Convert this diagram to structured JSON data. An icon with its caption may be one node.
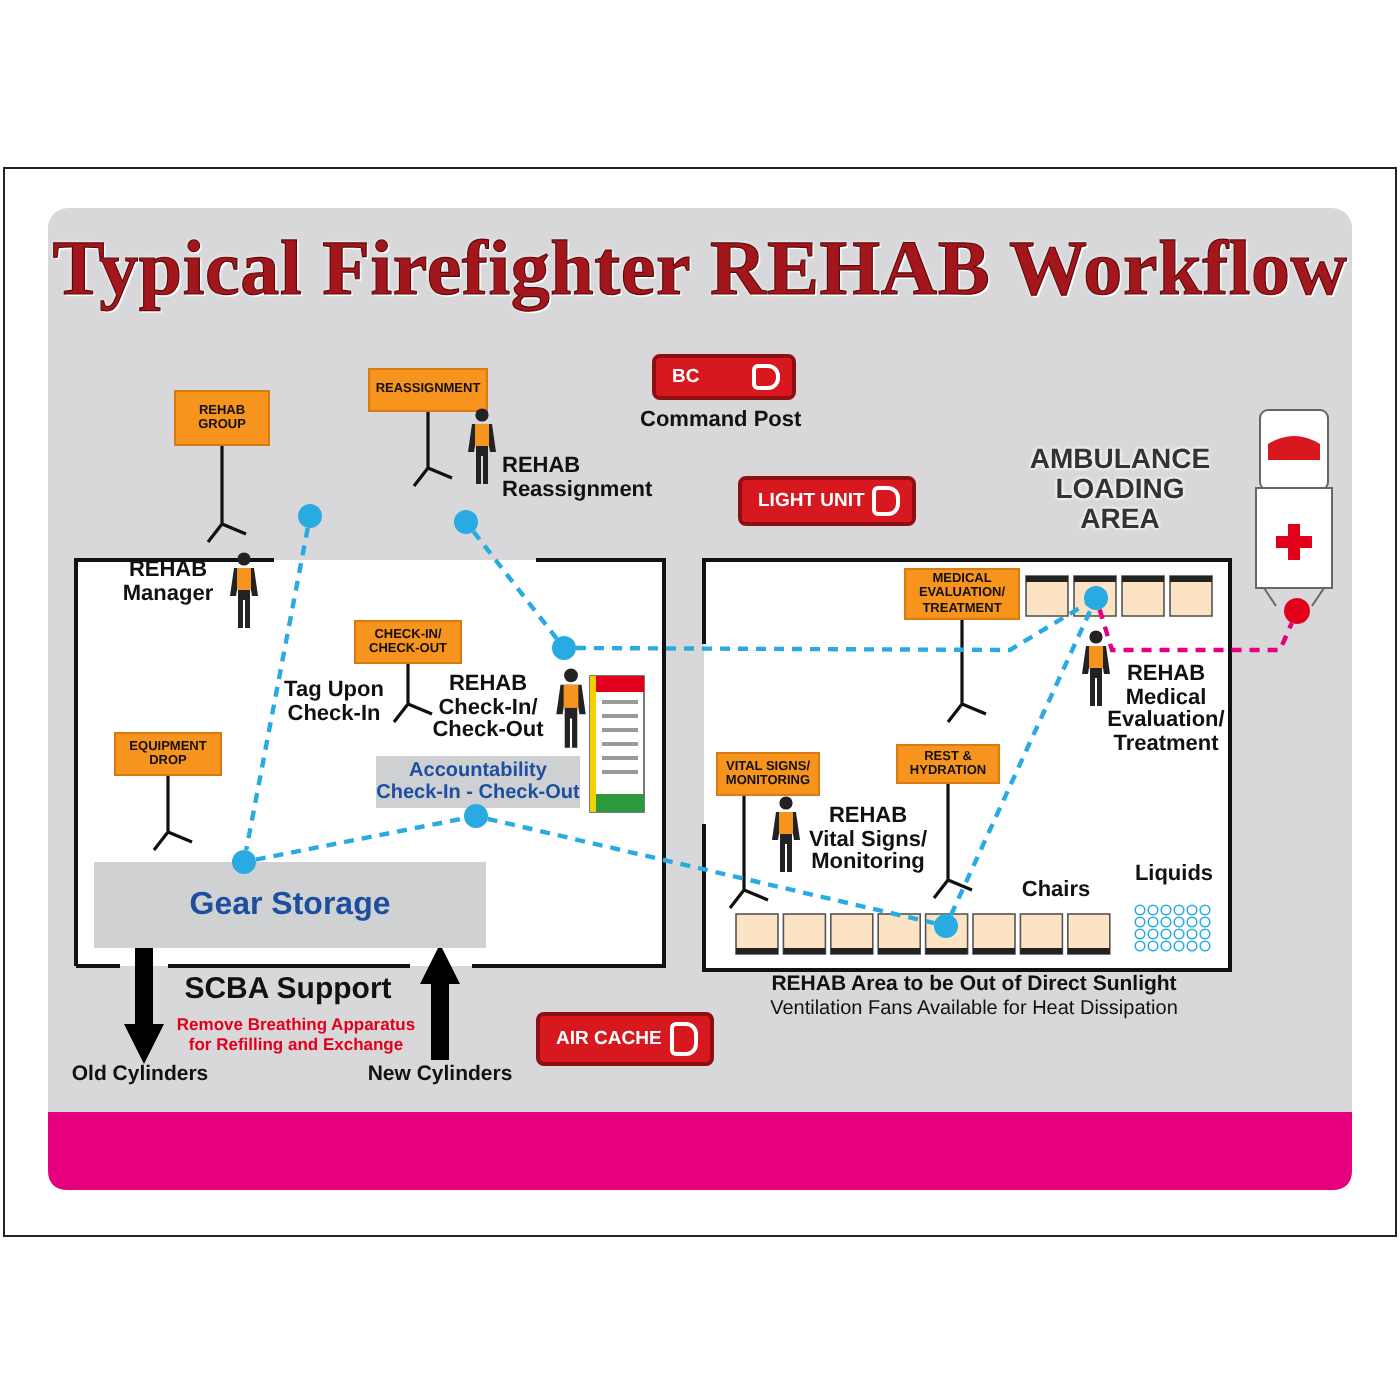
{
  "diagram": {
    "title": "Typical Firefighter REHAB Workflow",
    "nodes": [
      {
        "text": [
          "REHAB GROUP"
        ]
      },
      {
        "text": [
          "REASSIGNMENT"
        ]
      },
      {
        "text": [
          "BC"
        ],
        "beside": [
          "Command Post"
        ]
      },
      {
        "text": [
          "LIGHT UNIT"
        ]
      },
      {
        "text": [],
        "shape": "circle"
      },
      {
        "text": [],
        "shape": "circle"
      },
      {
        "text": [
          "CHECK-IN/ CHECK-OUT"
        ]
      },
      {
        "text": [],
        "shape": "circle"
      },
      {
        "text": [
          "MEDICAL EVALUATION/ TREATMENT"
        ]
      },
      {
        "text": [],
        "shape": "circle"
      },
      {
        "text": [],
        "shape": "circle"
      },
      {
        "text": [
          "EQUIPMENT DROP"
        ]
      },
      {
        "text": [
          "Accountability Check-In - Check-Out"
        ]
      },
      {
        "text": [],
        "shape": "circle"
      },
      {
        "text": [
          "VITAL SIGNS/ MONITORING"
        ]
      },
      {
        "text": [
          "REST & HYDRATION"
        ]
      },
      {
        "text": [],
        "shape": "circle"
      },
      {
        "text": [
          "Gear Storage"
        ]
      },
      {
        "text": [],
        "shape": "circle"
      },
      {
        "text": [
          "Old Cylinders"
        ]
      },
      {
        "text": [
          "New Cylinders"
        ]
      },
      {
        "text": [
          "AIR CACHE"
        ]
      }
    ],
    "edges": [
      {
        "from": 4,
        "to": 16,
        "arrow": "none",
        "style": "dashed"
      },
      {
        "from": 16,
        "to": 13,
        "arrow": "none",
        "style": "dashed"
      },
      {
        "from": 13,
        "to": 18,
        "arrow": "none",
        "style": "dashed"
      },
      {
        "from": 18,
        "to": 9,
        "arrow": "none",
        "style": "dashed"
      },
      {
        "from": 5,
        "to": 7,
        "arrow": "none",
        "style": "dashed"
      },
      {
        "from": 7,
        "to": 9,
        "arrow": "none",
        "style": "dashed"
      },
      {
        "from": 9,
        "to": 10,
        "arrow": "none",
        "style": "dashed",
        "color": "#e6007e"
      },
      {
        "from": 17,
        "to": 19,
        "arrow": "to",
        "style": "thick",
        "color": "#000000"
      },
      {
        "from": 20,
        "to": 17,
        "arrow": "to",
        "style": "thick",
        "color": "#000000"
      }
    ],
    "labels": [
      "REHAB Reassignment",
      "AMBULANCE LOADING AREA",
      "REHAB Manager",
      "Tag Upon Check-In",
      "REHAB Check-In/ Check-Out",
      "REHAB Medical Evaluation/ Treatment",
      "REHAB Vital Signs/ Monitoring",
      "Chairs",
      "Liquids",
      "SCBA Support",
      "Remove Breathing Apparatus for Refilling and Exchange",
      "REHAB Area to be Out of Direct Sunlight",
      "Ventilation Fans Available for Heat Dissipation"
    ]
  }
}
